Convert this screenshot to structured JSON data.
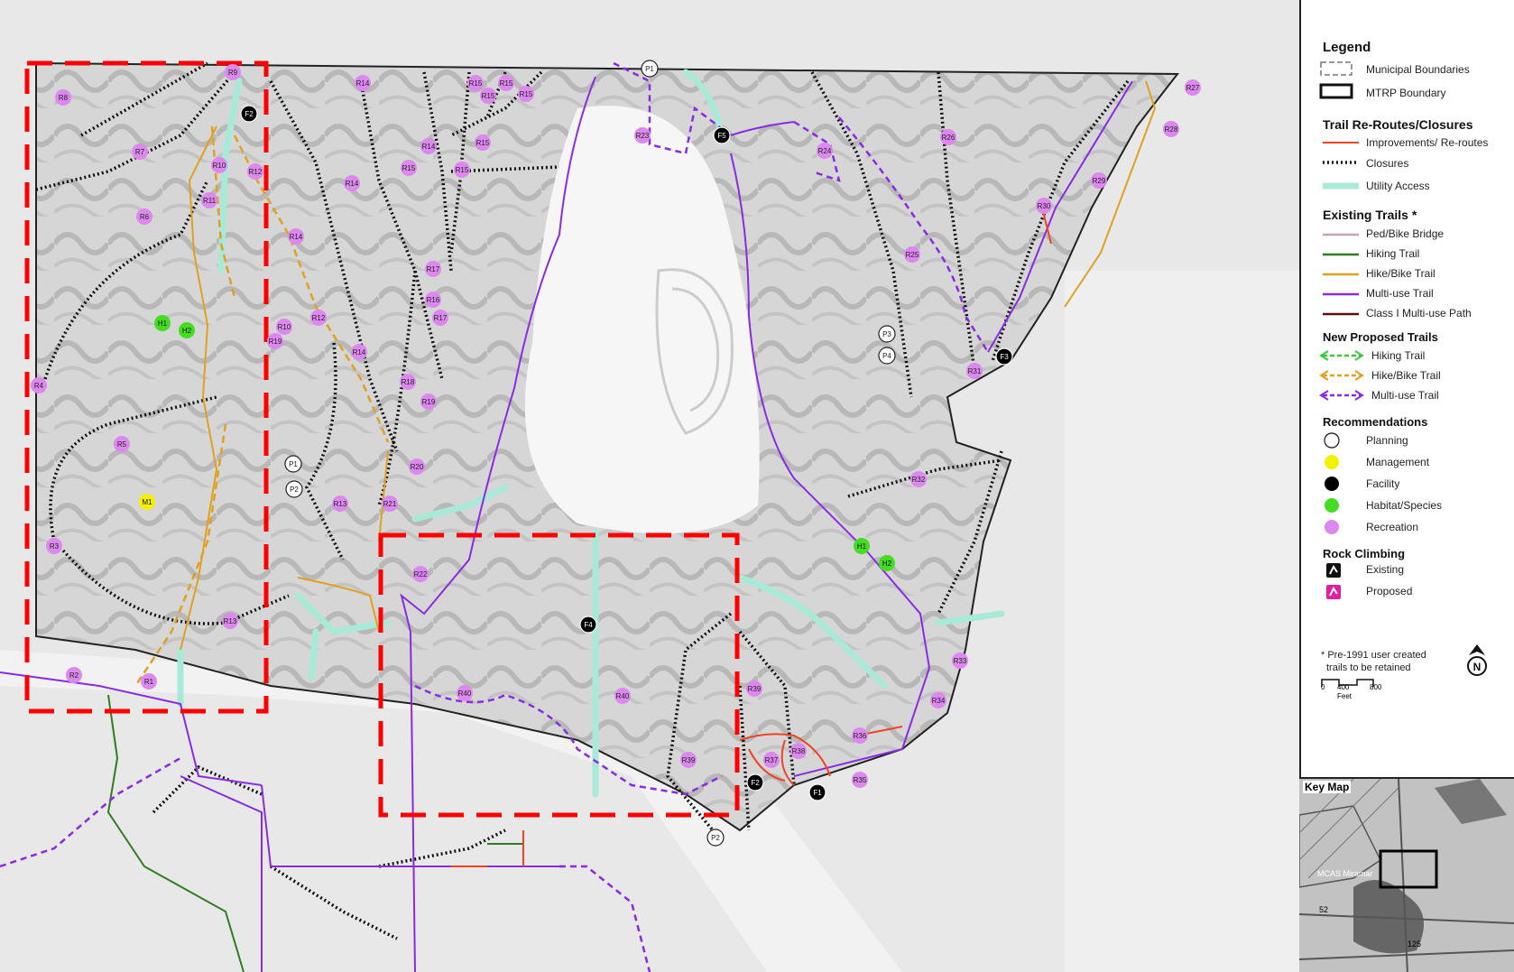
{
  "legend": {
    "title": "Legend",
    "boundaries": [
      {
        "label": "Municipal Boundaries"
      },
      {
        "label": "MTRP Boundary"
      }
    ],
    "reroutes": {
      "title": "Trail Re-Routes/Closures",
      "items": [
        "Improvements/ Re-routes",
        "Closures",
        "Utility Access"
      ]
    },
    "existing": {
      "title": "Existing Trails *",
      "items": [
        {
          "label": "Ped/Bike Bridge",
          "color": "#c8a0b8"
        },
        {
          "label": "Hiking Trail",
          "color": "#2e7d20"
        },
        {
          "label": "Hike/Bike Trail",
          "color": "#e0a020"
        },
        {
          "label": "Multi-use Trail",
          "color": "#8a2be2"
        },
        {
          "label": "Class I Multi-use Path",
          "color": "#5a1010"
        }
      ]
    },
    "proposed": {
      "title": "New Proposed Trails",
      "items": [
        {
          "label": "Hiking Trail",
          "color": "#3cc83c"
        },
        {
          "label": "Hike/Bike Trail",
          "color": "#e0a020"
        },
        {
          "label": "Multi-use Trail",
          "color": "#8a2be2"
        }
      ]
    },
    "recommendations": {
      "title": "Recommendations",
      "items": [
        {
          "label": "Planning",
          "color": "#ffffff"
        },
        {
          "label": "Management",
          "color": "#f4f000"
        },
        {
          "label": "Facility",
          "color": "#000000"
        },
        {
          "label": "Habitat/Species",
          "color": "#44dd22"
        },
        {
          "label": "Recreation",
          "color": "#dd88ee"
        }
      ]
    },
    "climbing": {
      "title": "Rock Climbing",
      "items": [
        "Existing",
        "Proposed"
      ]
    },
    "footnote": [
      "* Pre-1991 user created",
      "trails to be retained"
    ],
    "scale": {
      "ticks": [
        "0",
        "400",
        "800"
      ],
      "unit": "Feet"
    },
    "north_icon": "north-arrow-icon",
    "keymap": {
      "title": "Key Map",
      "labels": [
        "MCAS Miramar",
        "52",
        "125"
      ]
    }
  },
  "colors": {
    "closure": "#111111",
    "utility": "#a8ead8",
    "improvement": "#ee4422",
    "study_box": "#ff0000",
    "boundary": "#222222"
  },
  "markers": {
    "recreation": [
      "R1",
      "R2",
      "R3",
      "R4",
      "R5",
      "R6",
      "R7",
      "R8",
      "R9",
      "R10",
      "R10",
      "R11",
      "R12",
      "R12",
      "R13",
      "R13",
      "R14",
      "R14",
      "R14",
      "R14",
      "R14",
      "R15",
      "R15",
      "R15",
      "R15",
      "R15",
      "R15",
      "R15",
      "R16",
      "R17",
      "R17",
      "R18",
      "R19",
      "R19",
      "R20",
      "R21",
      "R22",
      "R23",
      "R24",
      "R25",
      "R26",
      "R27",
      "R28",
      "R29",
      "R30",
      "R31",
      "R32",
      "R33",
      "R34",
      "R35",
      "R36",
      "R37",
      "R38",
      "R39",
      "R39",
      "R40",
      "R40"
    ],
    "planning": [
      "P1",
      "P2",
      "P1",
      "P2",
      "P3",
      "P4"
    ],
    "facility": [
      "F1",
      "F2",
      "F2",
      "F3",
      "F4",
      "F5"
    ],
    "habitat": [
      "H1",
      "H2",
      "H1",
      "H2"
    ],
    "management": [
      "M1"
    ]
  }
}
